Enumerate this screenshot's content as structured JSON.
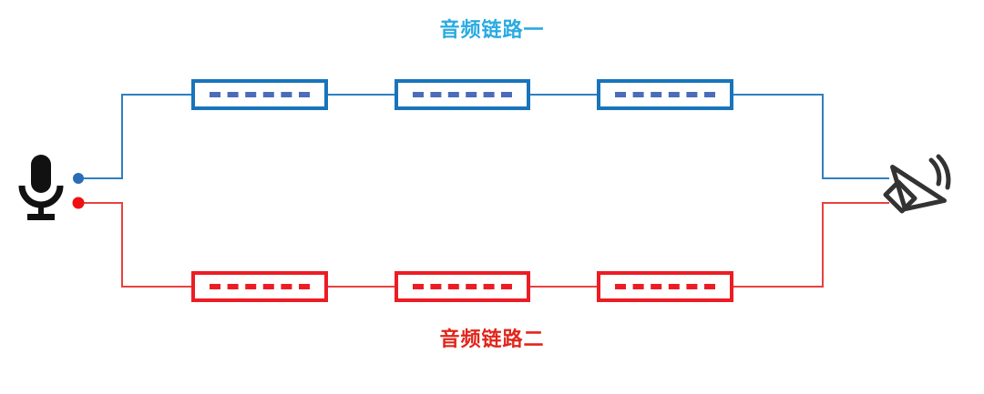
{
  "diagram": {
    "title_top": "音频链路一",
    "title_bottom": "音频链路二",
    "colors": {
      "top_label": "#29abe2",
      "bottom_label": "#e1251b",
      "blue_line": "#2e7fc1",
      "red_line": "#e8413f",
      "blue_box_border": "#1874bb",
      "blue_box_dash": "#4a6cba",
      "red_box_border": "#ed1c24",
      "red_box_dash": "#ed1c24",
      "blue_dot": "#2b6cb8",
      "red_dot": "#f01010",
      "icon": "#333333"
    },
    "source": {
      "icon": "microphone-icon",
      "ports": [
        {
          "name": "blue-port",
          "color": "#2b6cb8"
        },
        {
          "name": "red-port",
          "color": "#f01010"
        }
      ]
    },
    "sink": {
      "icon": "speaker-icon"
    },
    "chain_top": {
      "name": "audio-link-one",
      "nodes": [
        {
          "label": ""
        },
        {
          "label": ""
        },
        {
          "label": ""
        }
      ]
    },
    "chain_bottom": {
      "name": "audio-link-two",
      "nodes": [
        {
          "label": ""
        },
        {
          "label": ""
        },
        {
          "label": ""
        }
      ]
    }
  }
}
